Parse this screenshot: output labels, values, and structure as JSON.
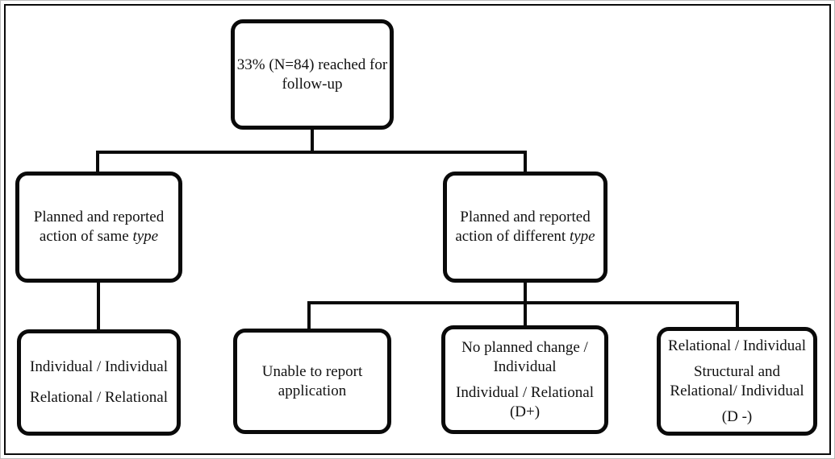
{
  "diagram": {
    "root": {
      "text": "33% (N=84) reached for follow-up"
    },
    "level2": {
      "same_type": {
        "prefix": "Planned and reported action of same ",
        "italic": "type"
      },
      "different_type": {
        "prefix": "Planned and reported action of different ",
        "italic": "type"
      }
    },
    "level3": {
      "same_outcomes": {
        "paragraphs": [
          "Individual / Individual",
          "Relational / Relational"
        ]
      },
      "unable": {
        "text": "Unable to report application"
      },
      "d_plus": {
        "paragraphs": [
          "No planned change / Individual",
          "Individual / Relational (D+)"
        ]
      },
      "d_minus": {
        "paragraphs": [
          "Relational / Individual",
          "Structural and Relational/ Individual",
          "(D -)"
        ]
      }
    },
    "colors": {
      "line": "#0a0a0a",
      "background": "#ffffff"
    }
  }
}
